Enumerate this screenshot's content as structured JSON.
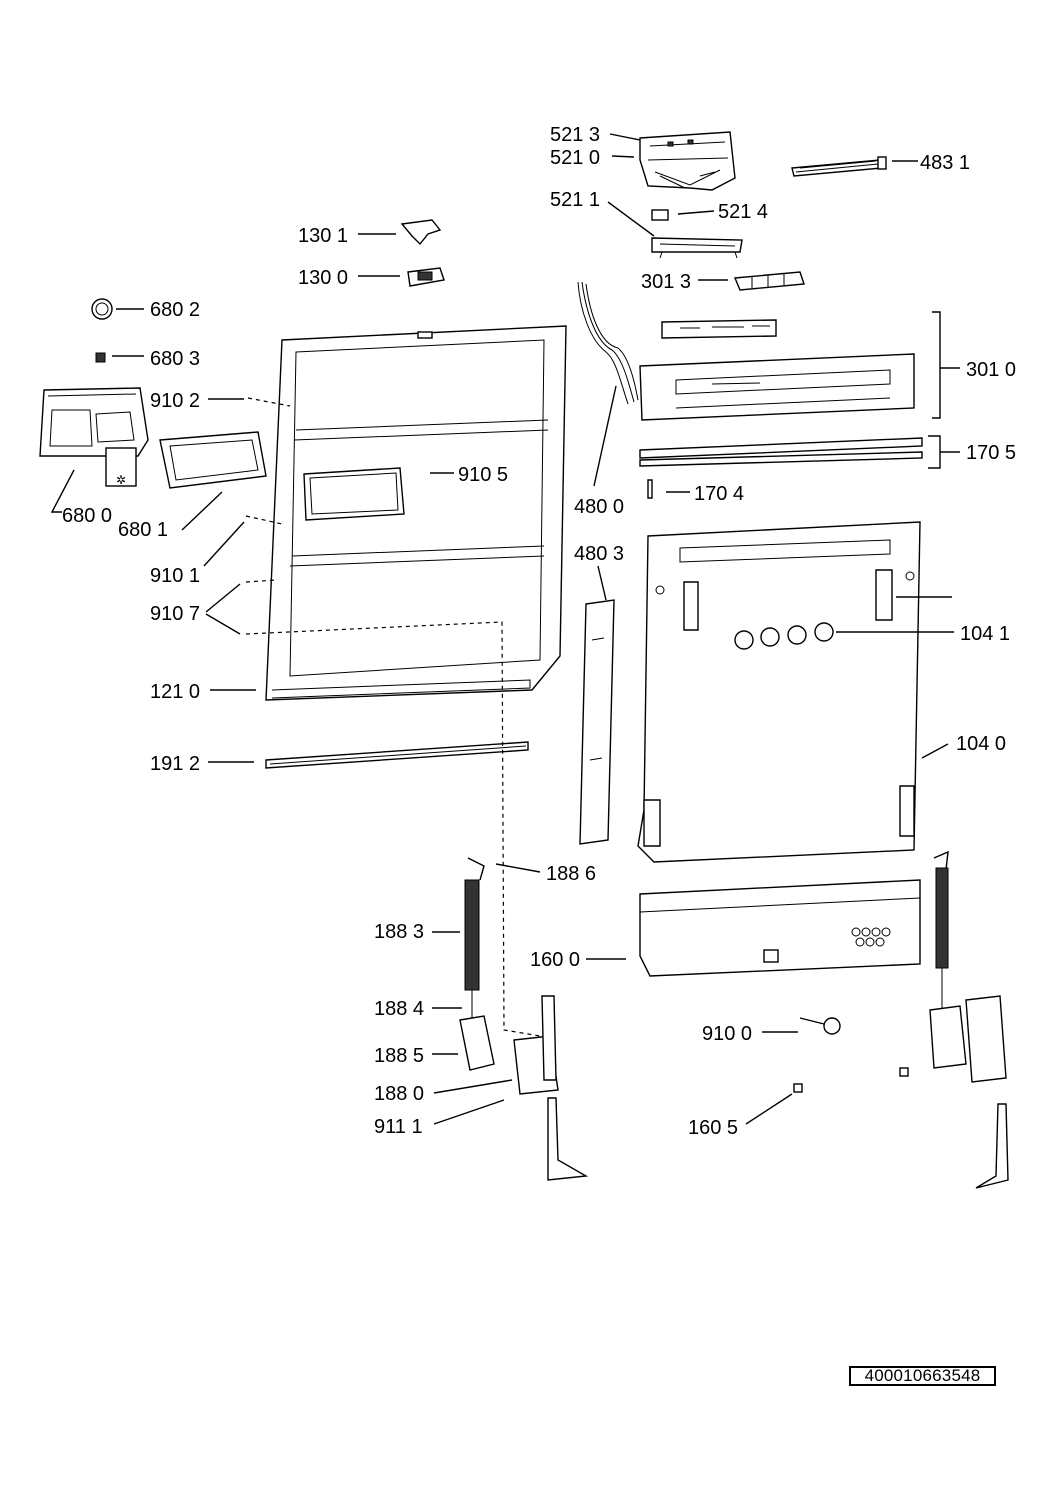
{
  "part_labels": {
    "p5213": "521 3",
    "p5210": "521 0",
    "p4831": "483 1",
    "p5211": "521 1",
    "p5214": "521 4",
    "p1301": "130 1",
    "p1300": "130 0",
    "p3013": "301 3",
    "p6802": "680 2",
    "p6803": "680 3",
    "p3010": "301 0",
    "p9102": "910 2",
    "p1705": "170 5",
    "p9105": "910 5",
    "p6800": "680 0",
    "p6801": "680 1",
    "p4800": "480 0",
    "p1704": "170 4",
    "p4803": "480 3",
    "p9101": "910 1",
    "p9107": "910 7",
    "p1041": "104 1",
    "p1210": "121 0",
    "p1040": "104 0",
    "p1912": "191 2",
    "p1886": "188 6",
    "p1883": "188 3",
    "p1600": "160 0",
    "p1884": "188 4",
    "p9100": "910 0",
    "p1885": "188 5",
    "p1880": "188 0",
    "p9111": "911 1",
    "p1605": "160 5"
  },
  "document_number": "400010663548"
}
